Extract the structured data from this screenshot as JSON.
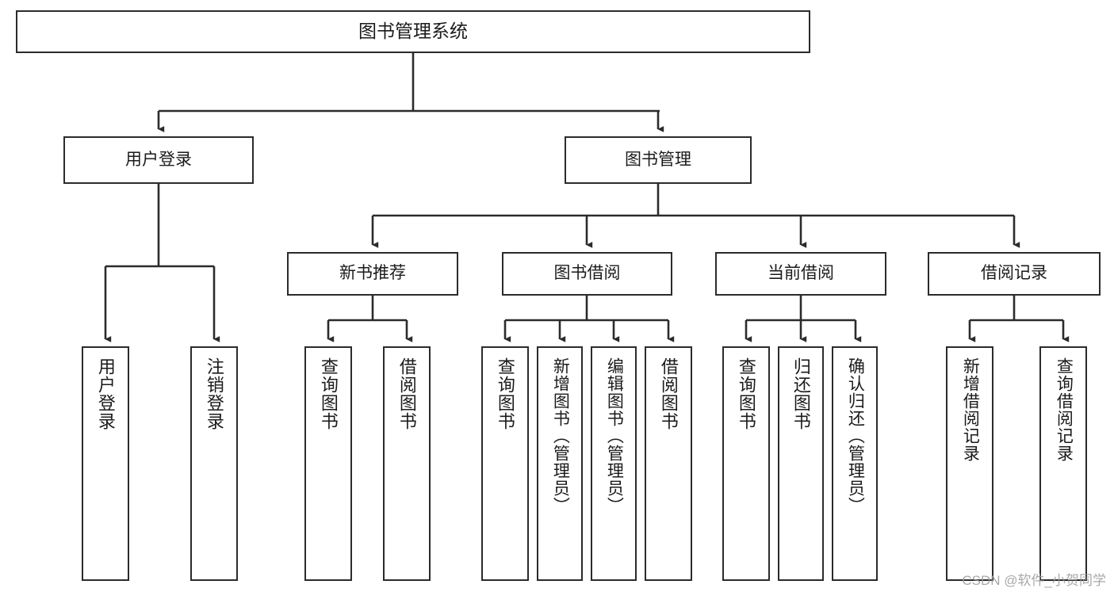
{
  "diagram": {
    "title": "图书管理系统",
    "type": "function-tree",
    "watermark": "CSDN @软件_小贺同学",
    "colors": {
      "box_border": "#2b2b2b",
      "box_fill": "#ffffff",
      "edge": "#2b2b2b",
      "text": "#1b1b1b",
      "watermark": "#9a9a9a"
    },
    "root": {
      "label": "图书管理系统"
    },
    "level2": [
      {
        "label": "用户登录"
      },
      {
        "label": "图书管理"
      }
    ],
    "level3": [
      {
        "label": "新书推荐"
      },
      {
        "label": "图书借阅"
      },
      {
        "label": "当前借阅"
      },
      {
        "label": "借阅记录"
      }
    ],
    "leaves": [
      {
        "label": "用户登录"
      },
      {
        "label": "注销登录"
      },
      {
        "label": "查询图书"
      },
      {
        "label": "借阅图书"
      },
      {
        "label": "查询图书"
      },
      {
        "label": "新增图书（管理员）"
      },
      {
        "label": "编辑图书（管理员）"
      },
      {
        "label": "借阅图书"
      },
      {
        "label": "查询图书"
      },
      {
        "label": "归还图书"
      },
      {
        "label": "确认归还（管理员）"
      },
      {
        "label": "新增借阅记录"
      },
      {
        "label": "查询借阅记录"
      }
    ]
  }
}
